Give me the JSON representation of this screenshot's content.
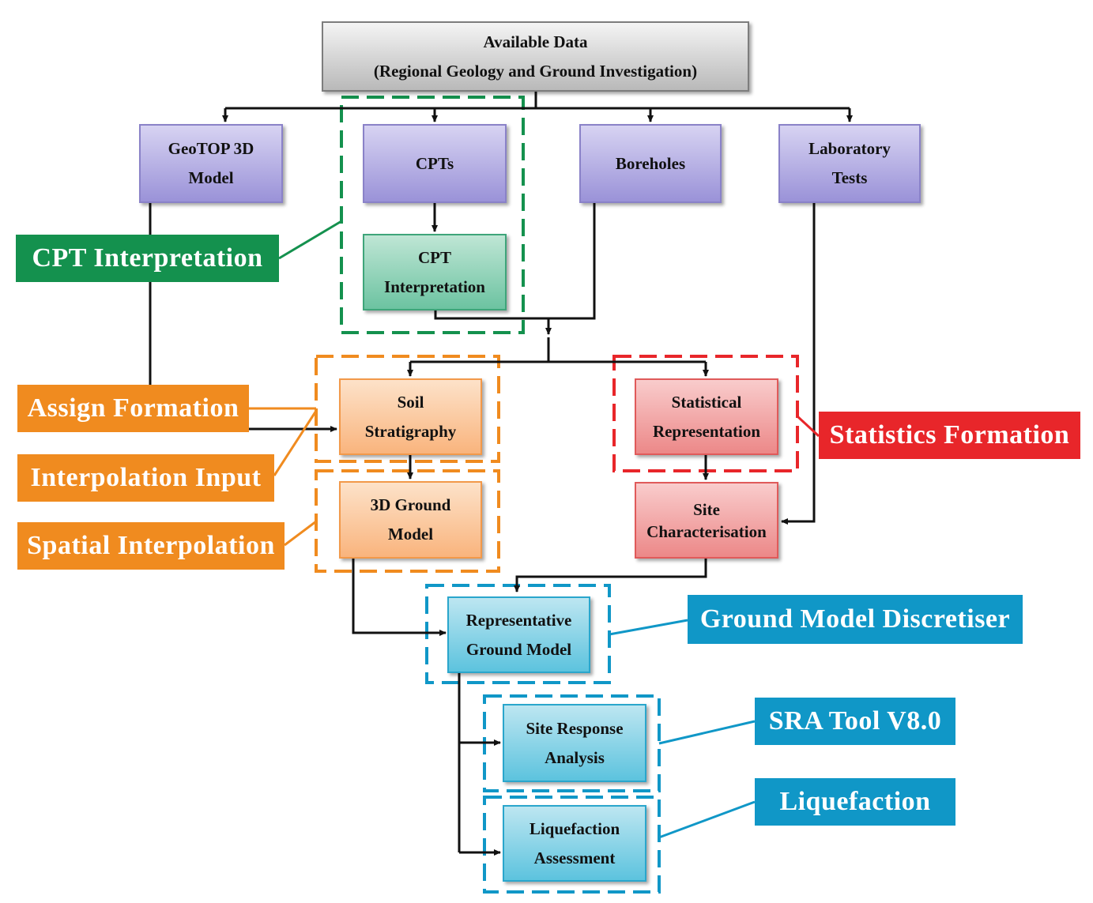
{
  "nodes": {
    "available_data": [
      "Available Data",
      "(Regional Geology and Ground Investigation)"
    ],
    "geotop": [
      "GeoTOP 3D",
      "Model"
    ],
    "cpts": [
      "CPTs"
    ],
    "boreholes": [
      "Boreholes"
    ],
    "laboratory": [
      "Laboratory",
      "Tests"
    ],
    "cpt_interp": [
      "CPT",
      "Interpretation"
    ],
    "soil_strat": [
      "Soil",
      "Stratigraphy"
    ],
    "ground_3d": [
      "3D Ground",
      "Model"
    ],
    "statistical": [
      "Statistical",
      "Representation"
    ],
    "site_char": [
      "Site",
      "Characterisation"
    ],
    "rep_ground": [
      "Representative",
      "Ground Model"
    ],
    "sra": [
      "Site Response",
      "Analysis"
    ],
    "liq_assess": [
      "Liquefaction",
      "Assessment"
    ]
  },
  "tags": {
    "cpt_interpretation": "CPT Interpretation",
    "assign_formation": "Assign Formation",
    "interpolation_input": "Interpolation Input",
    "spatial_interpolation": "Spatial Interpolation",
    "statistics_formation": "Statistics Formation",
    "ground_model_discretiser": "Ground Model Discretiser",
    "sra_tool": "SRA Tool V8.0",
    "liquefaction": "Liquefaction"
  },
  "colors": {
    "green": "#14914e",
    "orange": "#f08b1f",
    "red": "#e8262a",
    "blue": "#1097c7",
    "connector": "#111111"
  }
}
